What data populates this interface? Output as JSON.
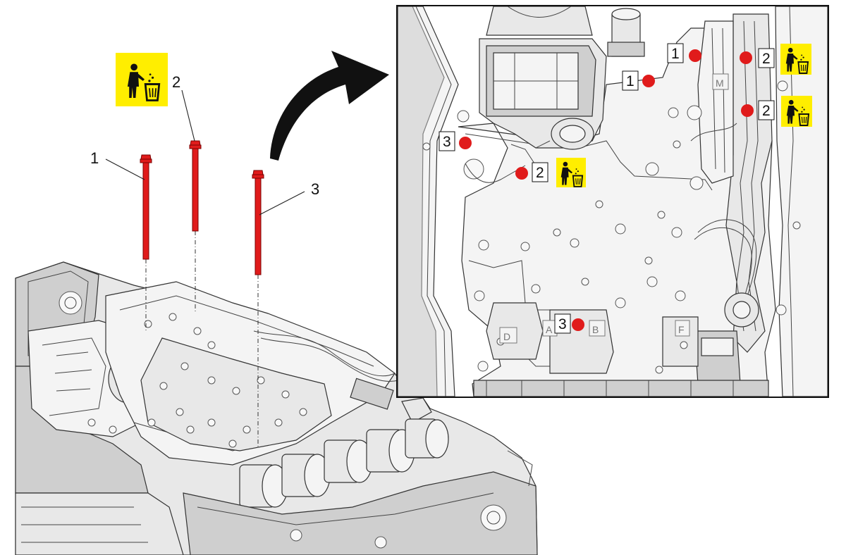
{
  "callouts": {
    "bolt1": "1",
    "bolt2": "2",
    "bolt3": "3"
  },
  "detail_callouts": [
    {
      "id": "d1a",
      "label": "1"
    },
    {
      "id": "d1b",
      "label": "1"
    },
    {
      "id": "d2a",
      "label": "2"
    },
    {
      "id": "d2b",
      "label": "2"
    },
    {
      "id": "d2c",
      "label": "2"
    },
    {
      "id": "d3a",
      "label": "3"
    },
    {
      "id": "d3b",
      "label": "3"
    }
  ],
  "valve_letters": {
    "m": "M",
    "d": "D",
    "a": "A",
    "b": "B",
    "f": "F"
  },
  "colors": {
    "bolt_red": "#e01b1b",
    "warning_yellow": "#ffee00",
    "outline": "#111111"
  },
  "icons": {
    "discard": "discard-bolt-icon",
    "arrow": "curved-arrow-icon"
  }
}
